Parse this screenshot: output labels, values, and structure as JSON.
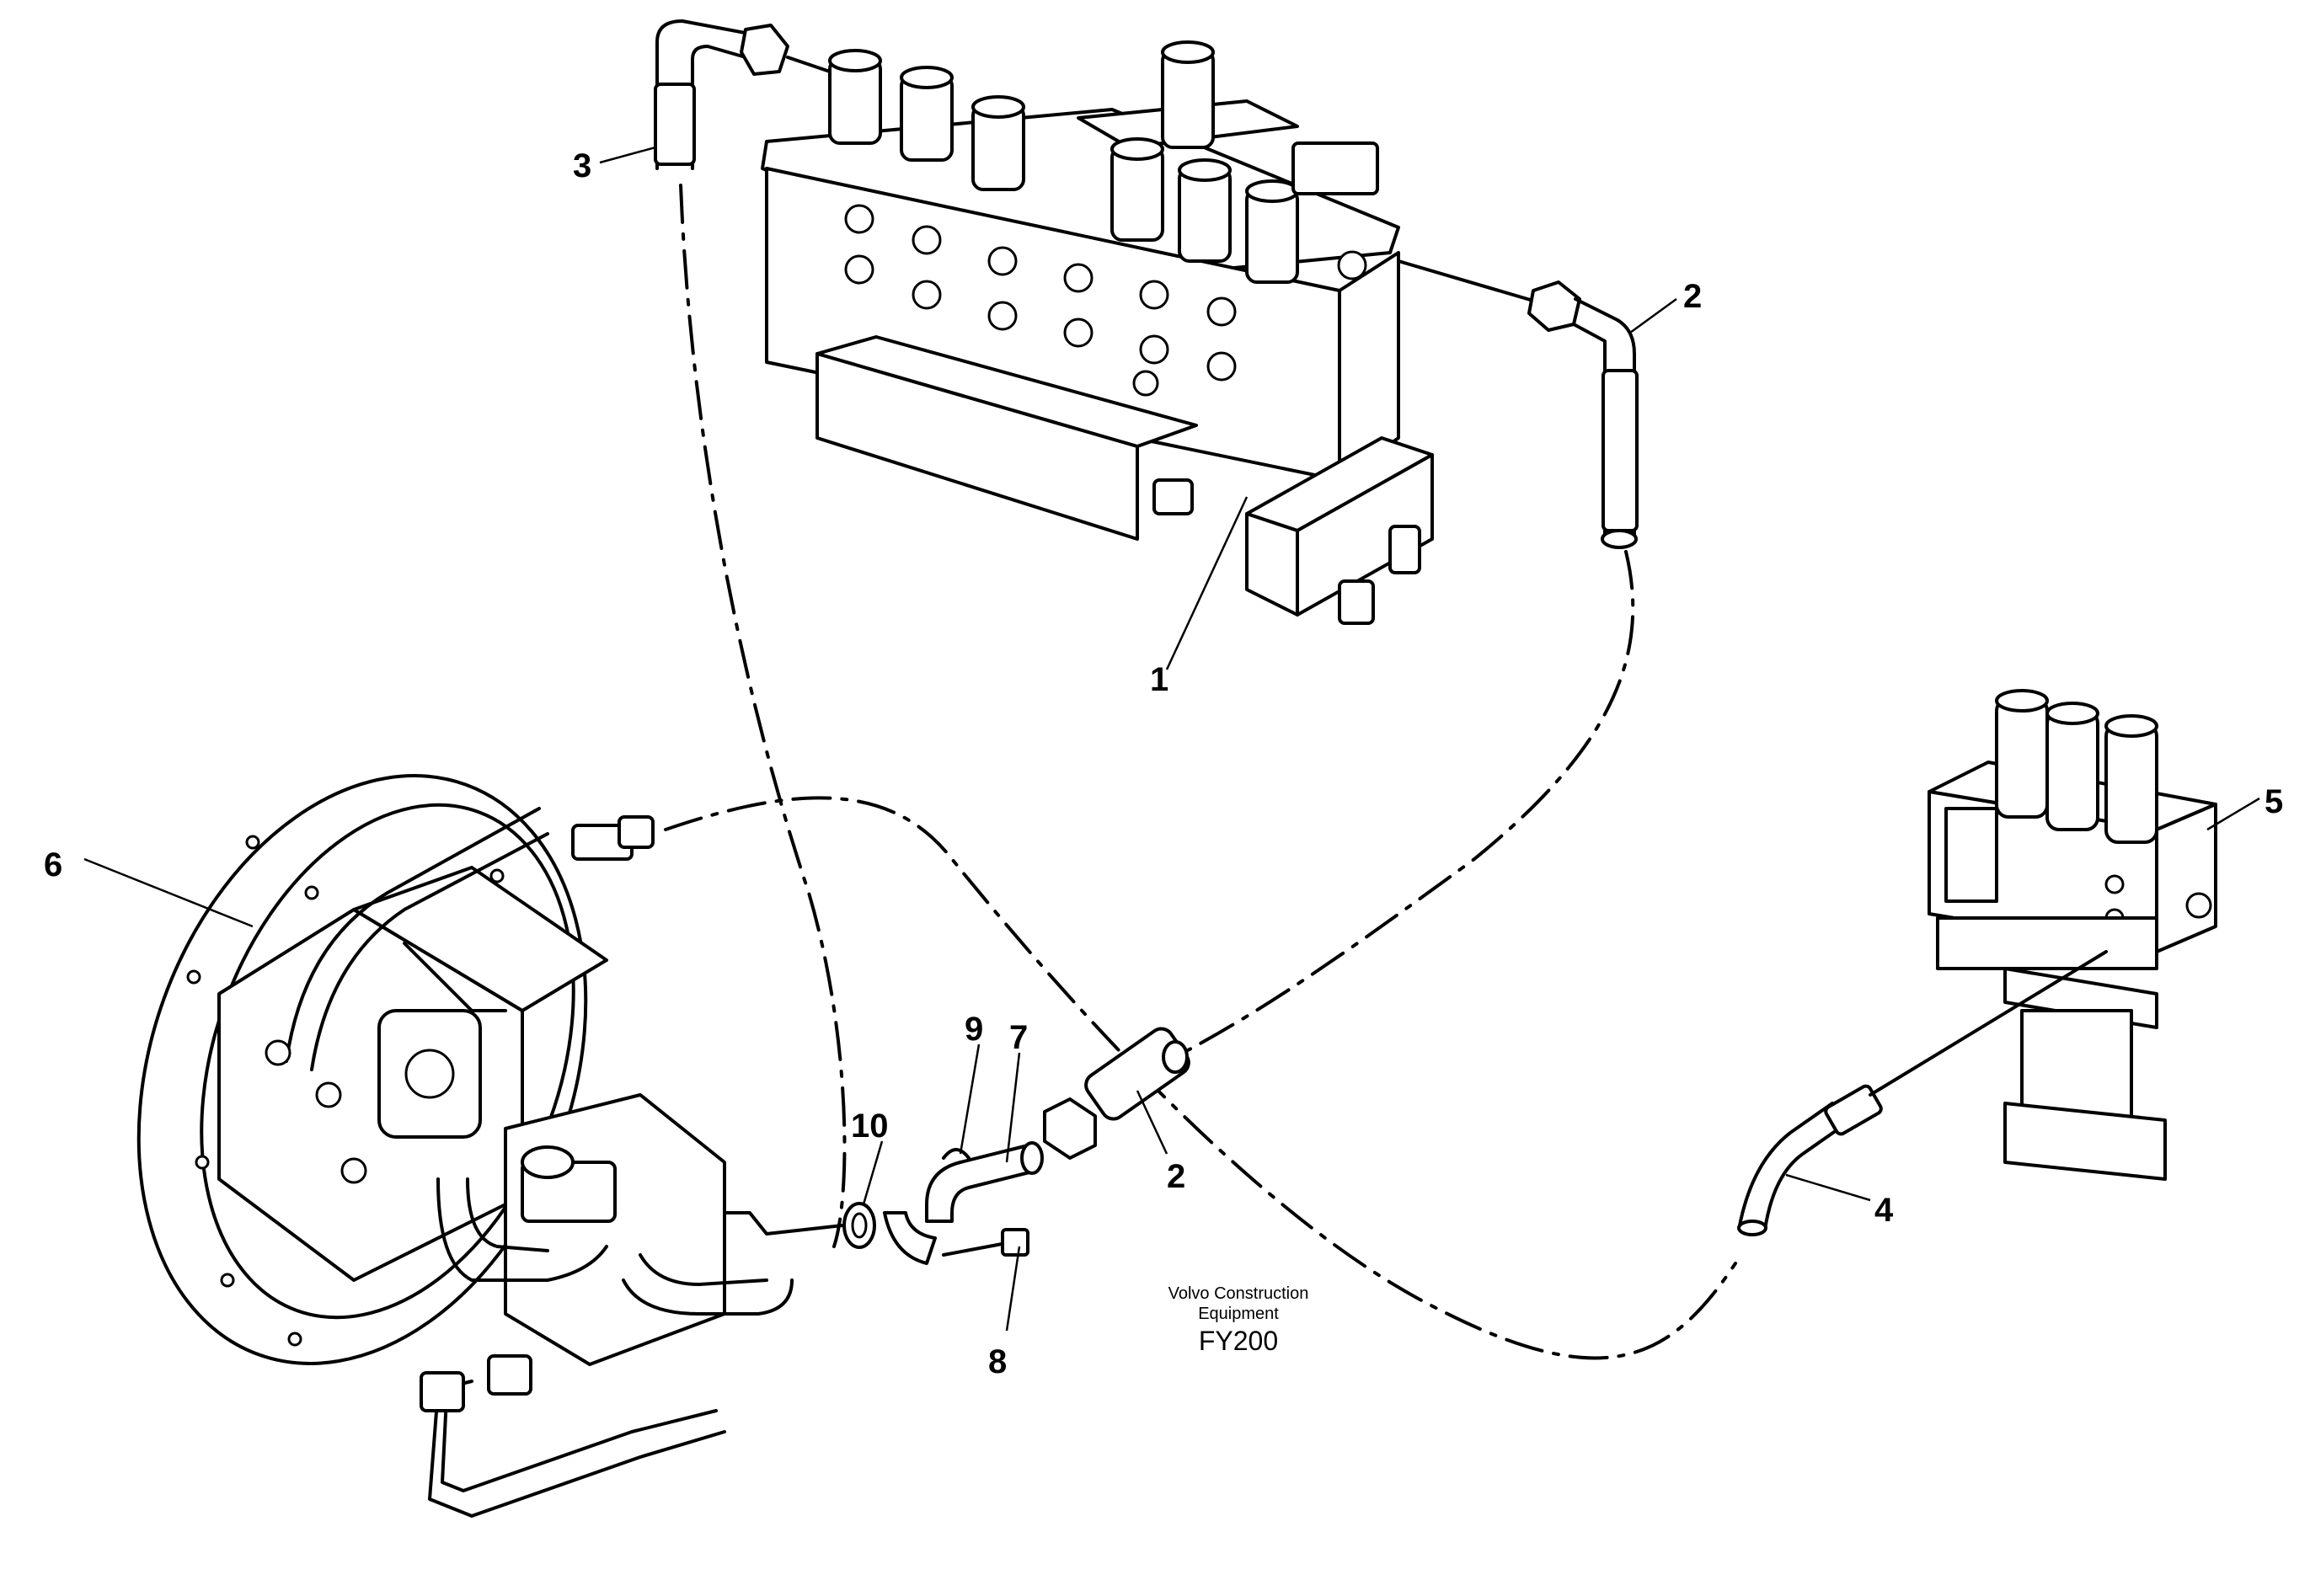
{
  "diagram": {
    "callouts": {
      "c1": "1",
      "c2_top": "2",
      "c2_mid": "2",
      "c3": "3",
      "c4": "4",
      "c5": "5",
      "c6": "6",
      "c7": "7",
      "c8": "8",
      "c9": "9",
      "c10": "10"
    },
    "credit": {
      "line1": "Volvo Construction",
      "line2": "Equipment",
      "code": "FY200"
    }
  }
}
